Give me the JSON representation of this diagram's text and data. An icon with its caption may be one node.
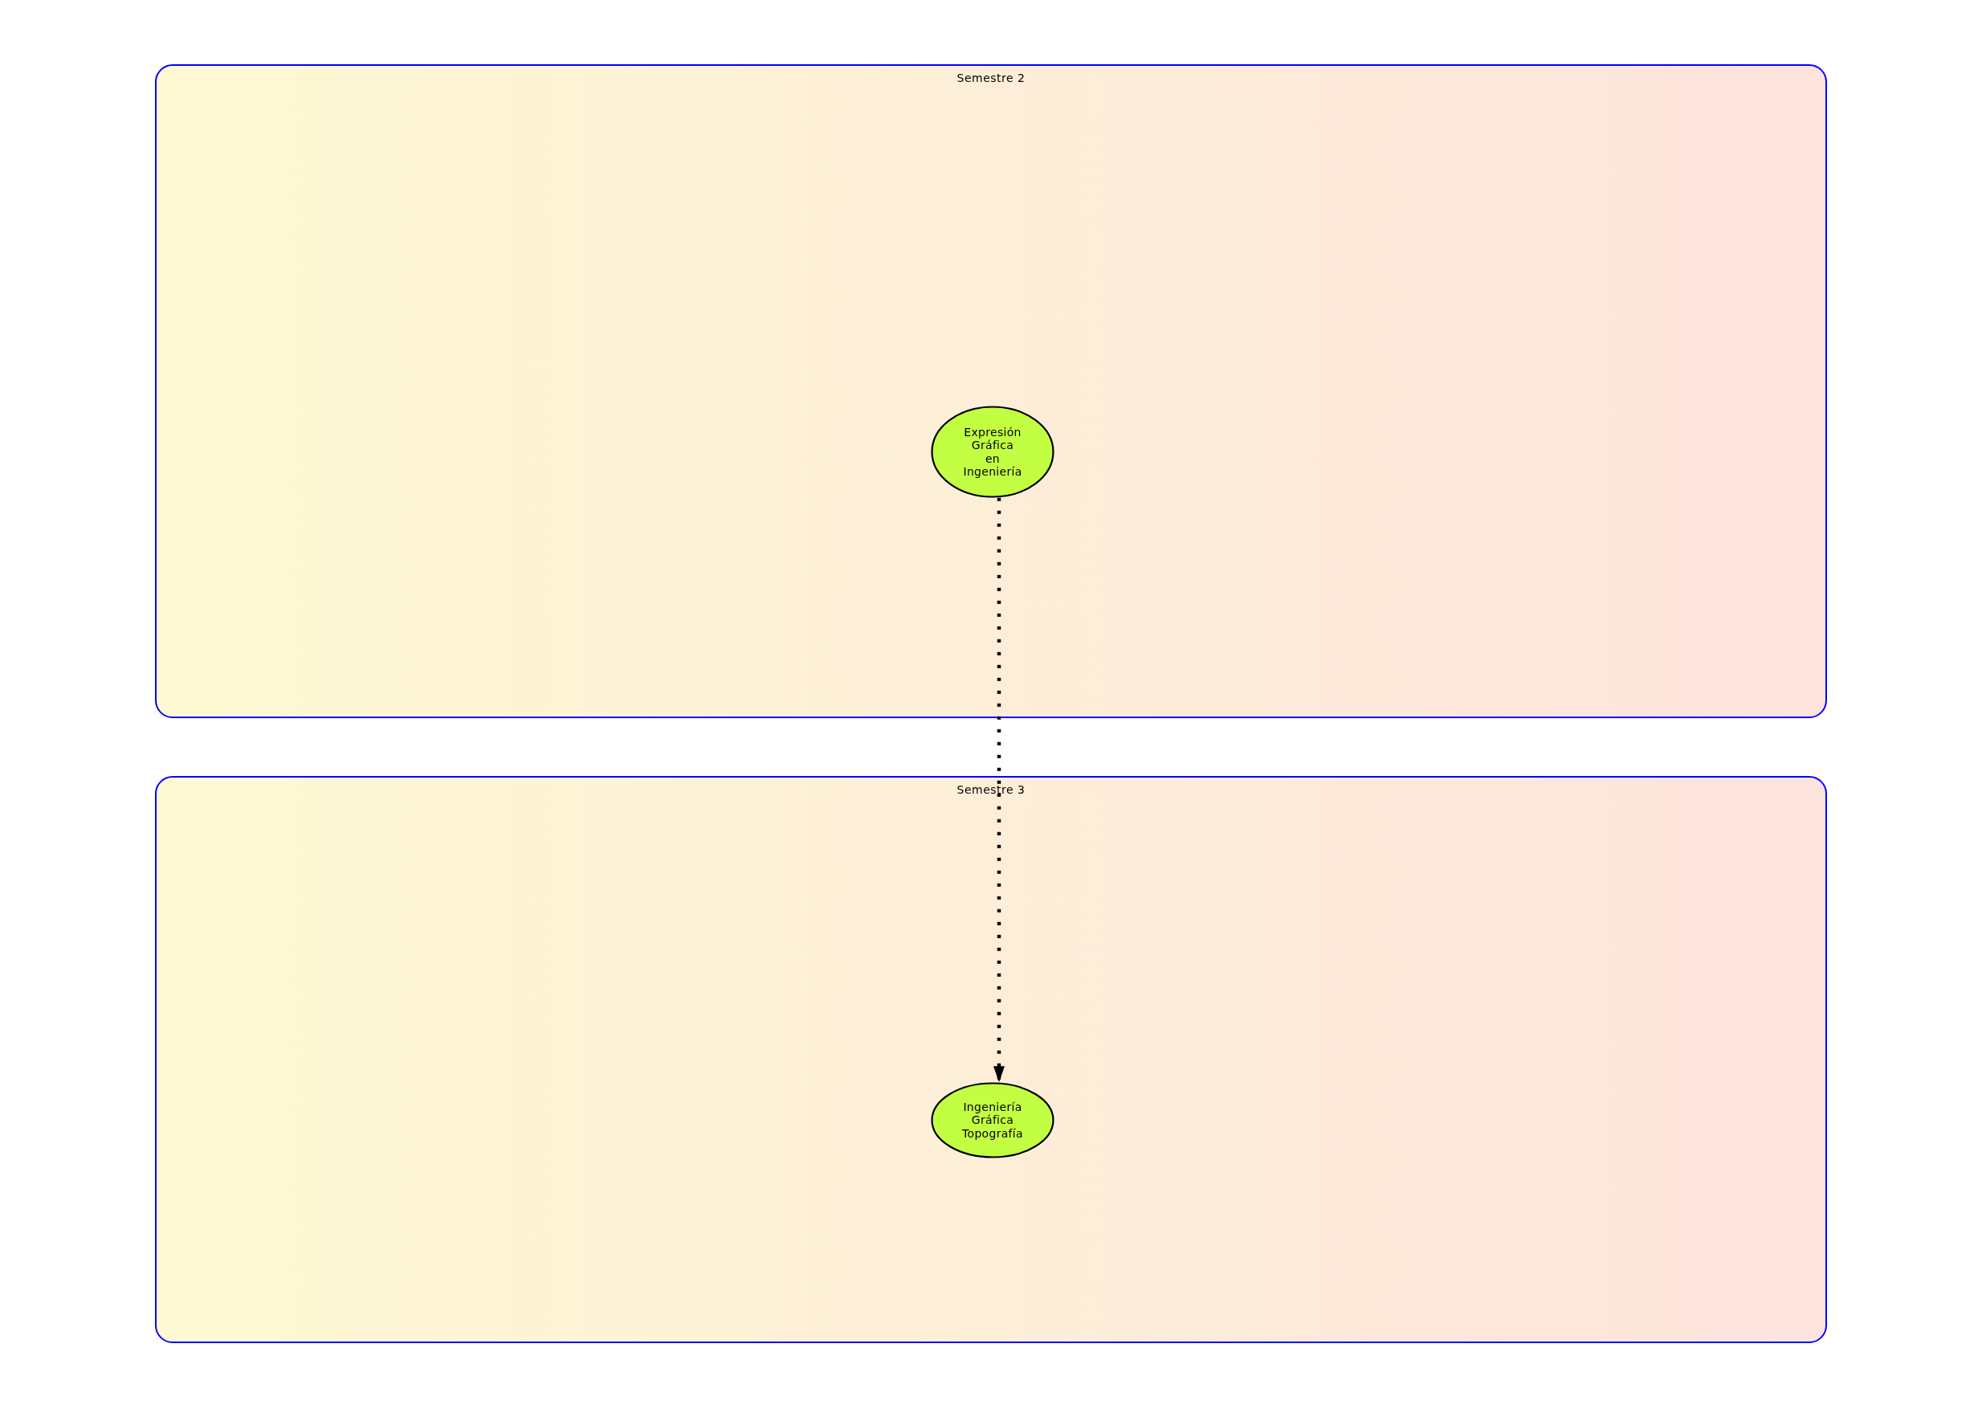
{
  "diagram": {
    "nodes": [
      {
        "text": [
          "Semestre 2"
        ]
      },
      {
        "text": [
          "Expresión Gráfica en Ingeniería"
        ],
        "in": 0
      },
      {
        "text": [
          "Semestre 3"
        ]
      },
      {
        "text": [
          "Ingeniería Gráfica Topografía"
        ],
        "in": 2
      }
    ],
    "edges": [
      {
        "from": 1,
        "to": 3,
        "arrow": "to",
        "style": "dashed"
      }
    ]
  }
}
